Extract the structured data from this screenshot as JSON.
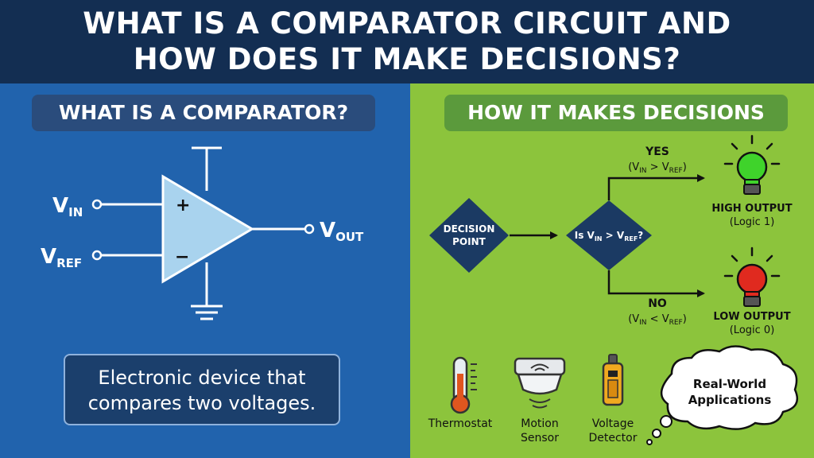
{
  "title": {
    "line1": "WHAT IS A COMPARATOR CIRCUIT AND",
    "line2": "HOW DOES IT MAKE DECISIONS?"
  },
  "left": {
    "heading": "WHAT IS A COMPARATOR?",
    "vin": "V",
    "vin_sub": "IN",
    "vref": "V",
    "vref_sub": "REF",
    "vout": "V",
    "vout_sub": "OUT",
    "plus": "+",
    "minus": "−",
    "description_line1": "Electronic device that",
    "description_line2": "compares two voltages."
  },
  "right": {
    "heading": "HOW IT MAKES DECISIONS",
    "decision_line1": "DECISION",
    "decision_line2": "POINT",
    "question_prefix": "Is V",
    "question_in_sub": "IN",
    "question_mid": " > V",
    "question_ref_sub": "REF",
    "question_suffix": "?",
    "yes_label": "YES",
    "yes_cond_open": "(V",
    "yes_cond_in": "IN",
    "yes_cond_op": " > V",
    "yes_cond_ref": "REF",
    "yes_cond_close": ")",
    "no_label": "NO",
    "no_cond_open": "(V",
    "no_cond_in": "IN",
    "no_cond_op": " < V",
    "no_cond_ref": "REF",
    "no_cond_close": ")",
    "high_output": "HIGH OUTPUT",
    "high_logic": "(Logic 1)",
    "low_output": "LOW OUTPUT",
    "low_logic": "(Logic 0)",
    "apps": [
      {
        "line1": "Thermostat",
        "line2": "",
        "icon": "thermometer-icon"
      },
      {
        "line1": "Motion",
        "line2": "Sensor",
        "icon": "motion-sensor-icon"
      },
      {
        "line1": "Voltage",
        "line2": "Detector",
        "icon": "voltage-detector-icon"
      }
    ],
    "bubble_line1": "Real-World",
    "bubble_line2": "Applications"
  },
  "colors": {
    "header_bg": "#132e52",
    "left_bg": "#2163ad",
    "right_bg": "#8cc43c",
    "diamond": "#1b3a63",
    "bulb_green": "#3fd32b",
    "bulb_red": "#e02a1f"
  }
}
